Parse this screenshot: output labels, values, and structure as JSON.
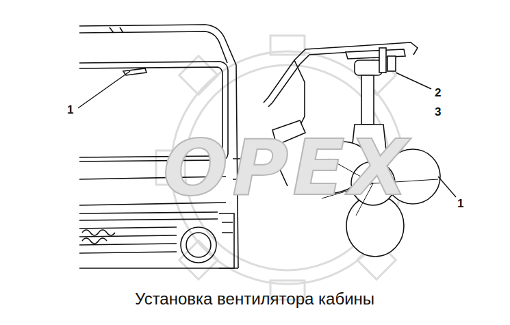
{
  "diagram": {
    "title": "Установка вентилятора кабины",
    "labels": [
      "1",
      "1",
      "2",
      "3",
      "OPEX"
    ]
  }
}
